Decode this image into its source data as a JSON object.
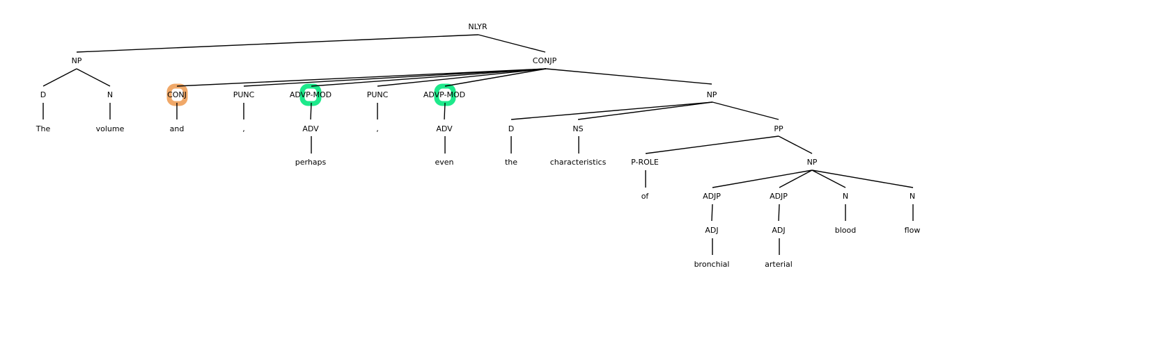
{
  "colors": {
    "conj_highlight": "#f0a868",
    "advp_highlight": "#1de98b",
    "line": "#000000"
  },
  "nodes": {
    "nlyr": "NLYR",
    "np_the_volume": "NP",
    "conjp": "CONJP",
    "d_the": "D",
    "n_volume": "N",
    "conj": "CONJ",
    "punc_1": "PUNC",
    "advp_mod_1": "ADVP-MOD",
    "punc_2": "PUNC",
    "advp_mod_2": "ADVP-MOD",
    "np_characteristics": "NP",
    "adv_perhaps": "ADV",
    "adv_even": "ADV",
    "d_the_2": "D",
    "ns": "NS",
    "pp": "PP",
    "p_role": "P-ROLE",
    "np_blood_flow": "NP",
    "adjp_1": "ADJP",
    "adjp_2": "ADJP",
    "n_blood": "N",
    "n_flow": "N",
    "adj_1": "ADJ",
    "adj_2": "ADJ"
  },
  "words": {
    "the": "The",
    "volume": "volume",
    "and": "and",
    "comma_1": ",",
    "perhaps": "perhaps",
    "comma_2": ",",
    "even": "even",
    "the_2": "the",
    "characteristics": "characteristics",
    "of": "of",
    "bronchial": "bronchial",
    "arterial": "arterial",
    "blood": "blood",
    "flow": "flow"
  }
}
